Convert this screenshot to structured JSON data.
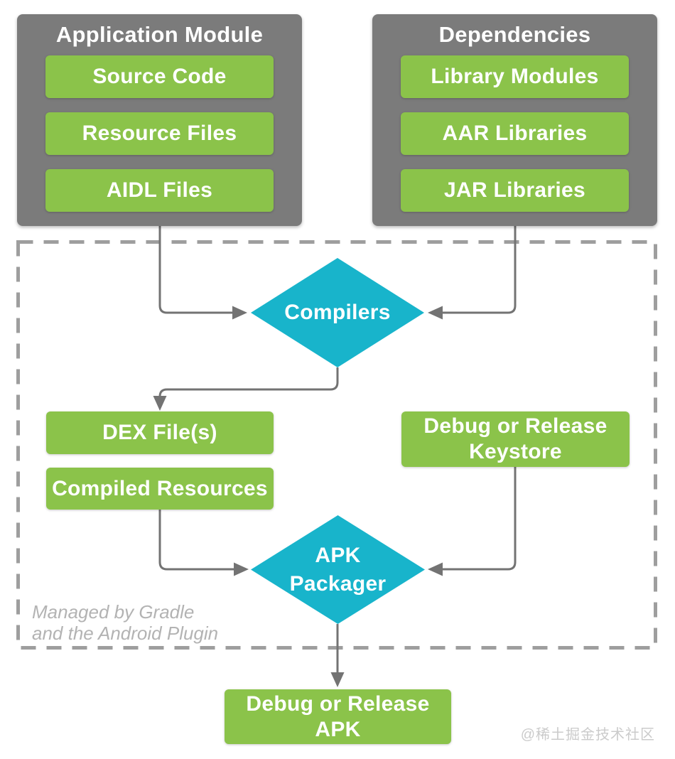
{
  "colors": {
    "green_box": "#8BC34A",
    "gray_panel": "#7B7B7B",
    "cyan_diamond": "#18B4CB",
    "connector": "#737373",
    "dashed_border": "#9E9E9E",
    "note_text": "#B3B3B3",
    "watermark_text": "#CBCBCB",
    "box_text": "#FFFFFF"
  },
  "panels": [
    {
      "title": "Application Module",
      "items": [
        "Source Code",
        "Resource Files",
        "AIDL Files"
      ]
    },
    {
      "title": "Dependencies",
      "items": [
        "Library Modules",
        "AAR Libraries",
        "JAR Libraries"
      ]
    }
  ],
  "diamonds": {
    "compilers": "Compilers",
    "packager": "APK\nPackager"
  },
  "nodes": {
    "dex": "DEX File(s)",
    "compiled_resources": "Compiled Resources",
    "keystore": "Debug or Release\nKeystore",
    "apk": "Debug or Release\nAPK"
  },
  "note": "Managed by Gradle\nand the Android Plugin",
  "watermark": "@稀土掘金技术社区"
}
